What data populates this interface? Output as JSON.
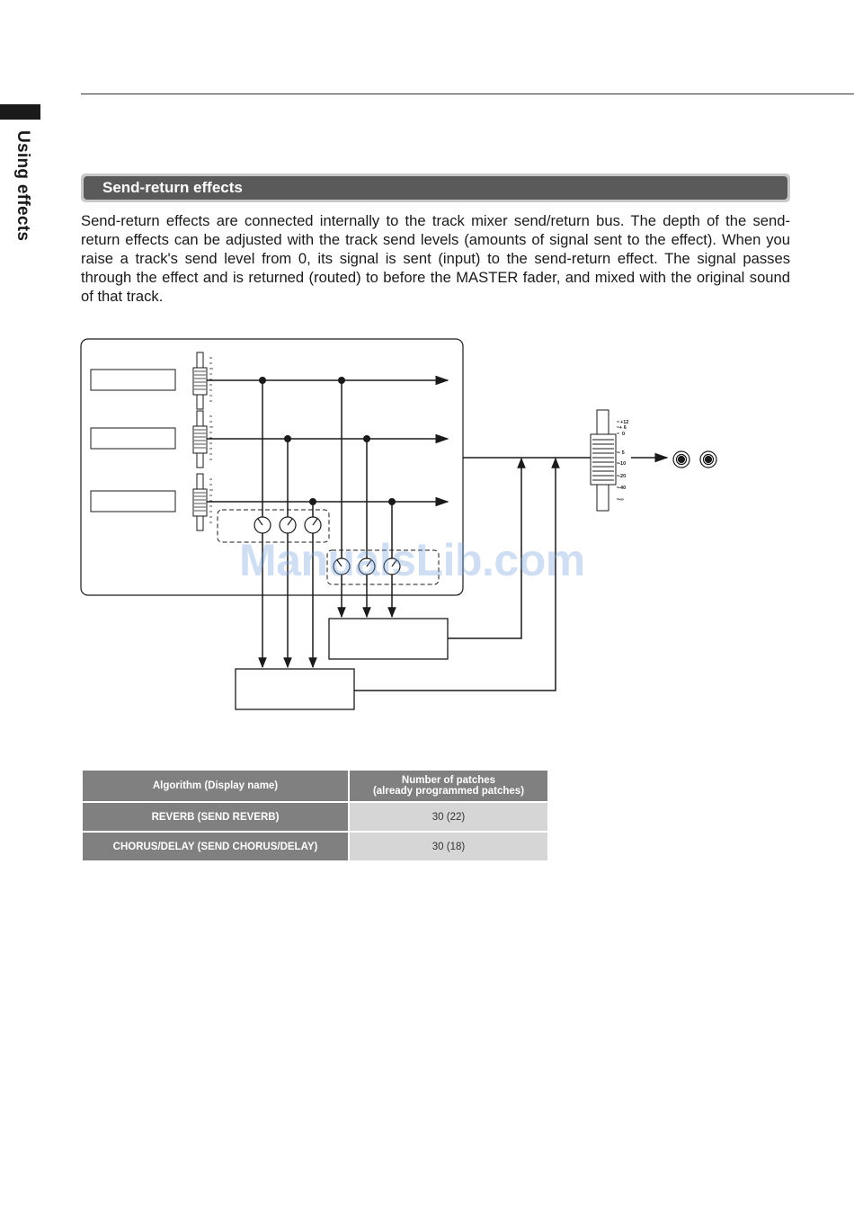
{
  "sidebar": {
    "label": "Using effects"
  },
  "section": {
    "title": "Send-return effects"
  },
  "body": {
    "paragraph": "Send-return effects are connected internally to the track mixer send/return bus. The depth of the send-return effects can be adjusted with the track send levels (amounts of signal sent to the effect). When you raise a track's send level from 0, its signal is sent (input) to the send-return effect. The signal passes through the effect and is returned (routed) to before the MASTER fader, and mixed with the original sound of that track."
  },
  "diagram": {
    "master_scale": [
      "+12",
      "+ 6",
      "0",
      "– 5",
      "–10",
      "–20",
      "–40",
      "–∞"
    ]
  },
  "watermark": {
    "text": "ManualsLib.com"
  },
  "table": {
    "headers": {
      "algorithm": "Algorithm (Display name)",
      "patches_line1": "Number of patches",
      "patches_line2": "(already programmed patches)"
    },
    "rows": [
      {
        "name": "REVERB (SEND REVERB)",
        "value": "30 (22)"
      },
      {
        "name": "CHORUS/DELAY (SEND CHORUS/DELAY)",
        "value": "30 (18)"
      }
    ]
  }
}
